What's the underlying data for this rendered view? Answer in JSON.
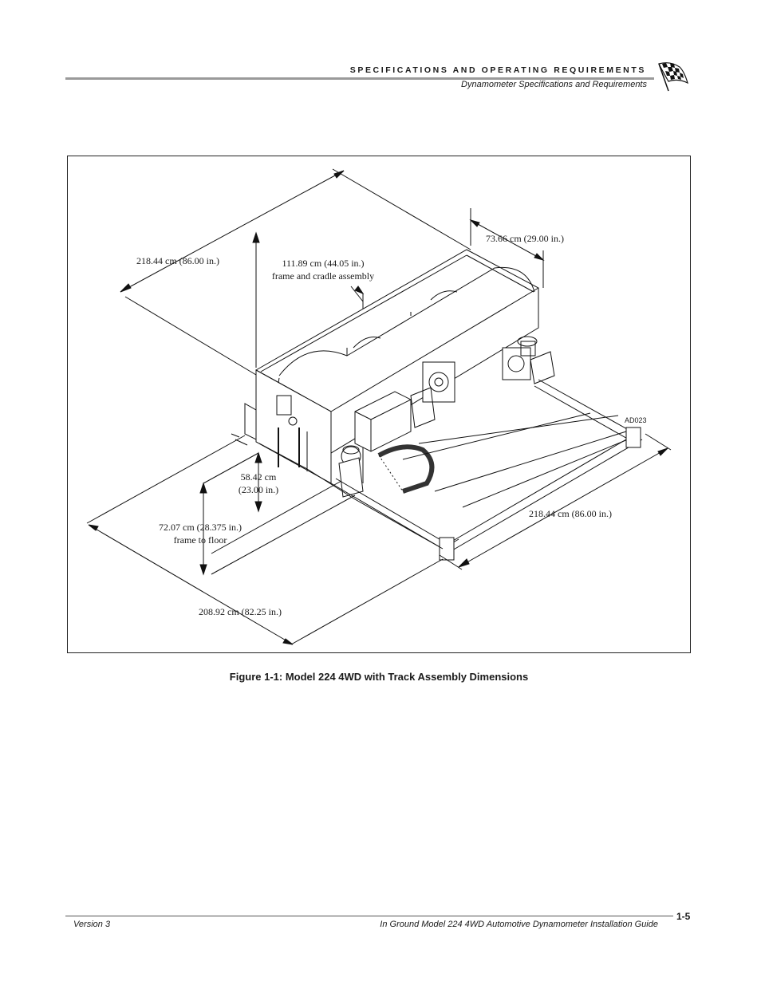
{
  "header": {
    "section_title": "SPECIFICATIONS AND OPERATING REQUIREMENTS",
    "subtitle": "Dynamometer Specifications and Requirements"
  },
  "figure": {
    "drawing_code": "AD023",
    "dimensions": {
      "overall_length_top": "218.44 cm (86.00 in.)",
      "frame_cradle_value": "111.89 cm (44.05 in.)",
      "frame_cradle_label": "frame and cradle assembly",
      "top_offset": "73.66 cm (29.00 in.)",
      "track_length": "218.44 cm (86.00 in.)",
      "height_a_value": "58.42 cm",
      "height_a_in": "(23.00 in.)",
      "height_b_value": "72.07 cm (28.375 in.)",
      "height_b_label": "frame to floor",
      "overall_width": "208.92 cm (82.25 in.)"
    },
    "caption": "Figure 1-1: Model 224 4WD with Track Assembly Dimensions"
  },
  "footer": {
    "version": "Version 3",
    "guide_title": "In Ground Model 224 4WD Automotive Dynamometer Installation Guide",
    "page_number": "1-5"
  }
}
